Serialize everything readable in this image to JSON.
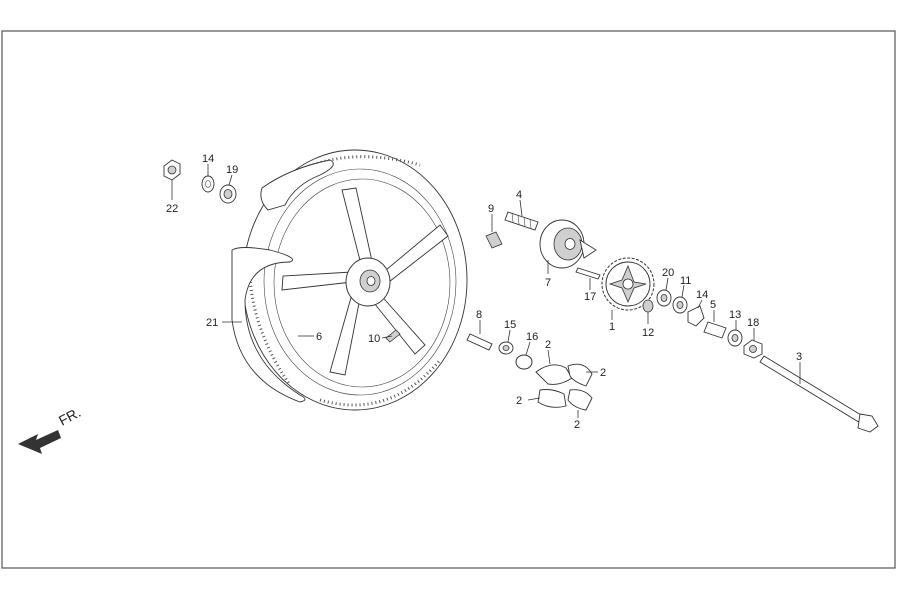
{
  "diagram": {
    "direction_label": "FR.",
    "callouts": [
      {
        "id": "c22",
        "text": "22"
      },
      {
        "id": "c14a",
        "text": "14"
      },
      {
        "id": "c19",
        "text": "19"
      },
      {
        "id": "c21",
        "text": "21"
      },
      {
        "id": "c6",
        "text": "6"
      },
      {
        "id": "c10",
        "text": "10"
      },
      {
        "id": "c4",
        "text": "4"
      },
      {
        "id": "c9",
        "text": "9"
      },
      {
        "id": "c7",
        "text": "7"
      },
      {
        "id": "c17",
        "text": "17"
      },
      {
        "id": "c1",
        "text": "1"
      },
      {
        "id": "c8",
        "text": "8"
      },
      {
        "id": "c15",
        "text": "15"
      },
      {
        "id": "c16",
        "text": "16"
      },
      {
        "id": "c2a",
        "text": "2"
      },
      {
        "id": "c2b",
        "text": "2"
      },
      {
        "id": "c2c",
        "text": "2"
      },
      {
        "id": "c2d",
        "text": "2"
      },
      {
        "id": "c20",
        "text": "20"
      },
      {
        "id": "c11",
        "text": "11"
      },
      {
        "id": "c14b",
        "text": "14"
      },
      {
        "id": "c5",
        "text": "5"
      },
      {
        "id": "c13",
        "text": "13"
      },
      {
        "id": "c18",
        "text": "18"
      },
      {
        "id": "c12",
        "text": "12"
      },
      {
        "id": "c3",
        "text": "3"
      }
    ]
  }
}
